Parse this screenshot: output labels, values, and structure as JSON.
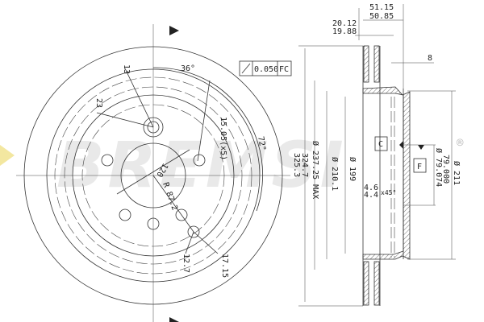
{
  "brand": {
    "watermark": "BREMSI",
    "registered": "®",
    "accent": "#f3e7a0"
  },
  "front_view": {
    "angle_top": "36°",
    "angle_side": "72°",
    "hole_dia": "13",
    "offset": "23",
    "bolt_holes": "15.05(x5)",
    "center_bore": "120",
    "radius": "R 87.2",
    "small_hole": "12.7",
    "small_hole_2": "17.15",
    "tolerance_frame": {
      "symbol": "runout-arrow-icon",
      "value": "0.050",
      "datum": "FC"
    }
  },
  "side_view": {
    "total_width_max": "51.15",
    "total_width_min": "50.85",
    "disc_thickness_max": "20.12",
    "disc_thickness_min": "19.88",
    "hub_thickness": "8",
    "outer_dia_max": "325.3",
    "outer_dia_min": "324.7",
    "dia_237": "Ø 237.25 MAX",
    "dia_210": "Ø 210.1",
    "dia_199": "Ø 199",
    "chamfer_max": "4.6",
    "chamfer_min": "4.4",
    "chamfer_angle": "x45°",
    "center_bore_max": "Ø 79.074",
    "center_bore_min": "79.000",
    "hub_dia": "Ø 211",
    "datum_c": "C",
    "datum_f": "F"
  }
}
